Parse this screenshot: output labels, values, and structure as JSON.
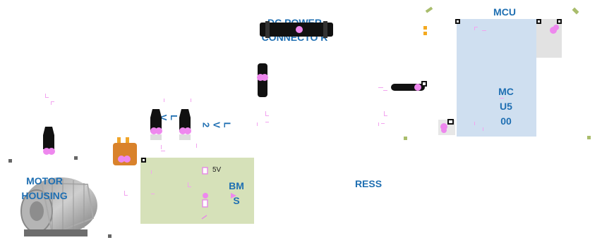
{
  "labels": {
    "dc_power": "DC POWER CONNECTO R",
    "mcu_top": "MCU",
    "mcu_inner": "MC U5 00",
    "motor_housing": "MOTOR HOUSING",
    "bms": "BM S",
    "ress": "RESS",
    "five_v": "5V",
    "lv1": "L V",
    "lv2": "L V 2"
  },
  "colors": {
    "label_blue": "#1f6fb2",
    "bms_fill": "#d6e1b9",
    "mcu_fill": "#cfdff0",
    "pin_pink": "#ee88ee",
    "connector_black": "#111111",
    "connector_orange": "#d9822b"
  },
  "icons": [
    "motor-housing-image",
    "connector-icon",
    "port-icon"
  ]
}
